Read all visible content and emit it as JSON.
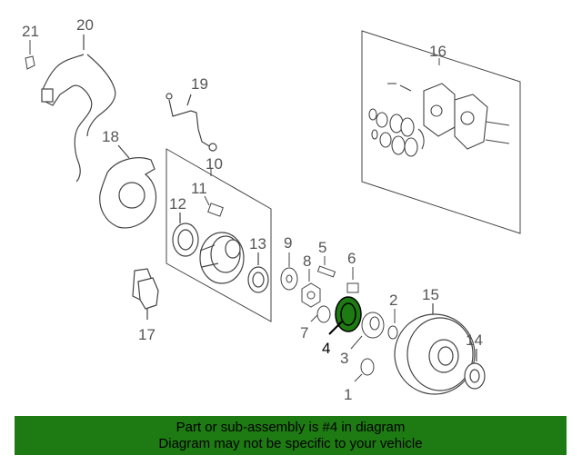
{
  "callouts": {
    "c1": "1",
    "c2": "2",
    "c3": "3",
    "c4": "4",
    "c5": "5",
    "c6": "6",
    "c7": "7",
    "c8": "8",
    "c9": "9",
    "c10": "10",
    "c11": "11",
    "c12": "12",
    "c13": "13",
    "c14": "14",
    "c15": "15",
    "c16": "16",
    "c17": "17",
    "c18": "18",
    "c19": "19",
    "c20": "20",
    "c21": "21"
  },
  "highlight": {
    "part": "4",
    "color": "#1e7a12"
  },
  "banner": {
    "line1": "Part or sub-assembly is #4 in diagram",
    "line2": "Diagram may not be specific to your vehicle",
    "color": "#1e7a12"
  }
}
